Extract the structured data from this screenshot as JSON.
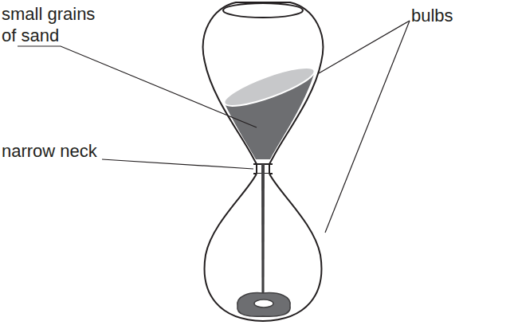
{
  "diagram": {
    "labels": [
      "small grains of sand",
      "narrow neck",
      "bulbs"
    ]
  }
}
